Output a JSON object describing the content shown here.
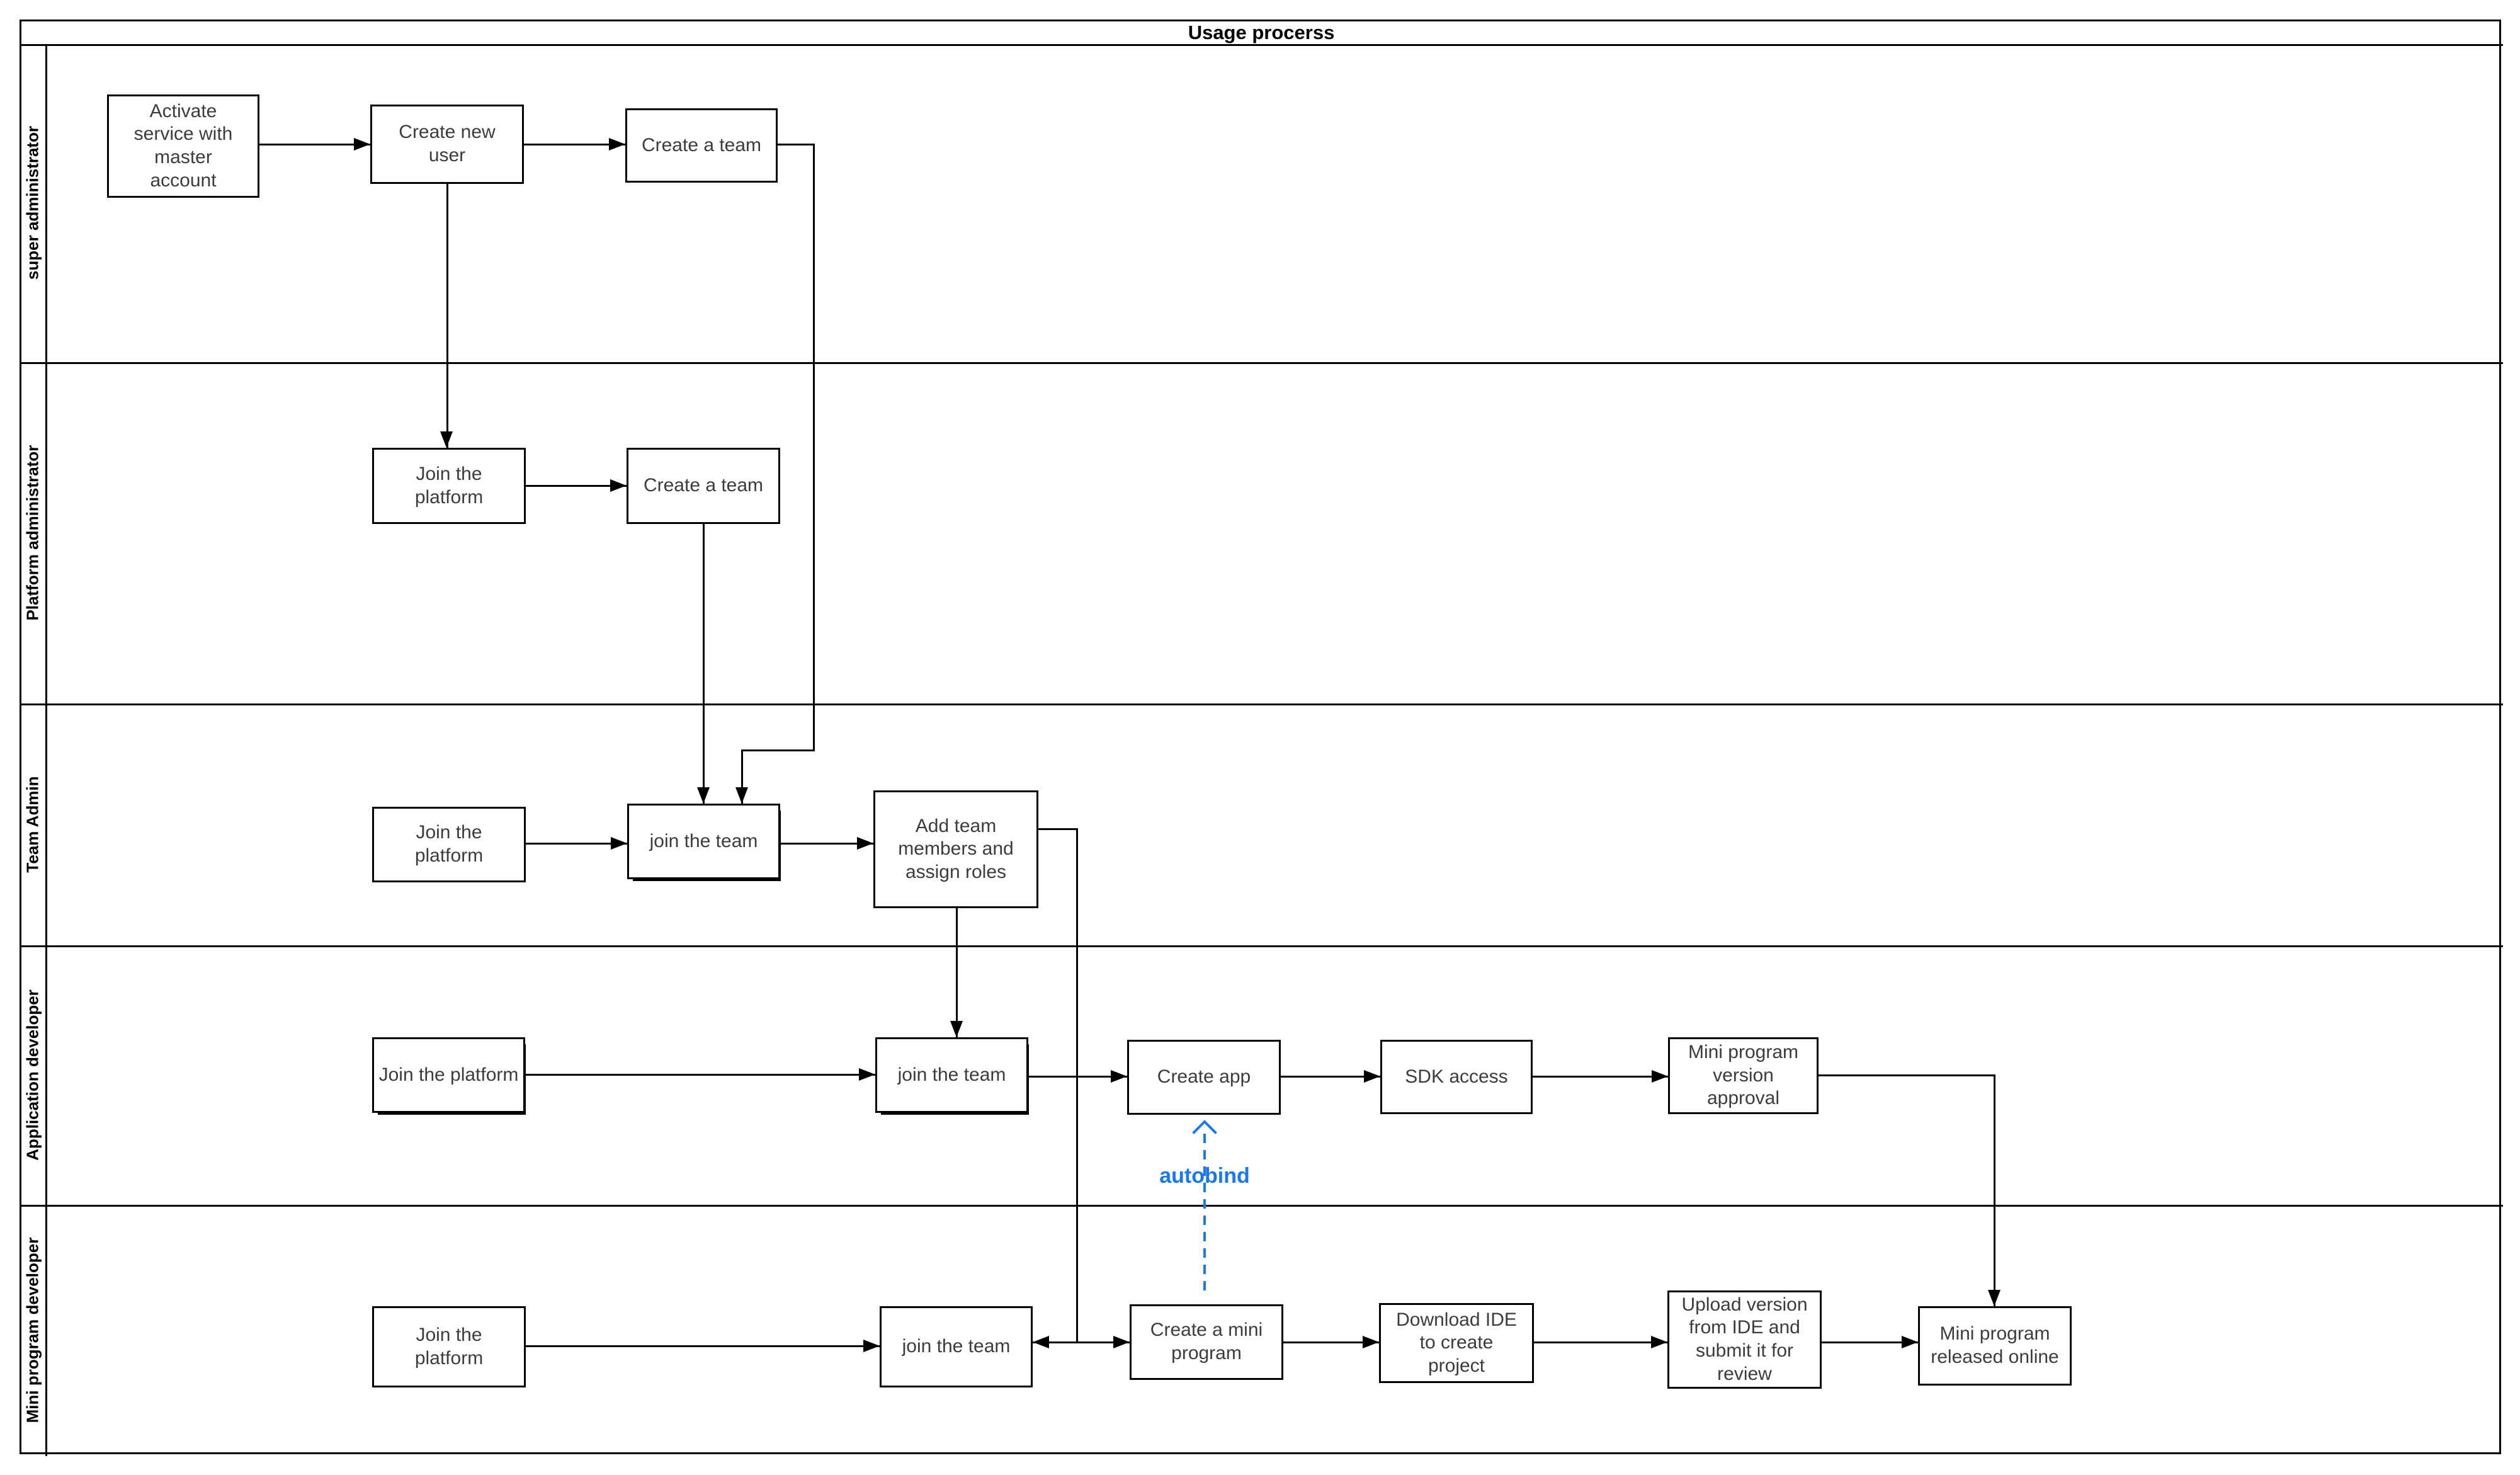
{
  "title": "Usage procerss",
  "lanes": [
    {
      "label": "super administrator"
    },
    {
      "label": "Platform administrator"
    },
    {
      "label": "Team Admin"
    },
    {
      "label": "Application developer"
    },
    {
      "label": "Mini program developer"
    }
  ],
  "nodes": {
    "activate_service": {
      "label": "Activate service with master account",
      "lane": "super administrator"
    },
    "create_new_user": {
      "label": "Create new user",
      "lane": "super administrator"
    },
    "create_team_super": {
      "label": "Create a team",
      "lane": "super administrator"
    },
    "join_platform_pa": {
      "label": "Join the platform",
      "lane": "Platform administrator"
    },
    "create_team_pa": {
      "label": "Create a team",
      "lane": "Platform administrator"
    },
    "join_platform_ta": {
      "label": "Join the platform",
      "lane": "Team Admin"
    },
    "join_team_ta": {
      "label": "join the team",
      "lane": "Team Admin"
    },
    "add_team_members": {
      "label": "Add team members and assign roles",
      "lane": "Team Admin"
    },
    "join_platform_ad": {
      "label": "Join the platform",
      "lane": "Application developer"
    },
    "join_team_ad": {
      "label": "join the team",
      "lane": "Application developer"
    },
    "create_app": {
      "label": "Create app",
      "lane": "Application developer"
    },
    "sdk_access": {
      "label": "SDK access",
      "lane": "Application developer"
    },
    "version_approval": {
      "label": "Mini program version approval",
      "lane": "Application developer"
    },
    "join_platform_md": {
      "label": "Join the platform",
      "lane": "Mini program developer"
    },
    "join_team_md": {
      "label": "join the team",
      "lane": "Mini program developer"
    },
    "create_mini_program": {
      "label": "Create a mini program",
      "lane": "Mini program developer"
    },
    "download_ide": {
      "label": "Download IDE to create project",
      "lane": "Mini program developer"
    },
    "upload_version": {
      "label": "Upload version from IDE and submit it for review",
      "lane": "Mini program developer"
    },
    "released_online": {
      "label": "Mini program released online",
      "lane": "Mini program developer"
    }
  },
  "annotations": {
    "autobind": {
      "label": "autobind",
      "color": "#1778F2",
      "style": "blue dashed arrow pointing up",
      "from": "Create a mini program",
      "to": "Create app"
    }
  },
  "edges": [
    {
      "from": "activate_service",
      "to": "create_new_user"
    },
    {
      "from": "create_new_user",
      "to": "create_team_super"
    },
    {
      "from": "create_new_user",
      "to": "join_platform_pa"
    },
    {
      "from": "create_team_super",
      "to": "join_team_ta"
    },
    {
      "from": "join_platform_pa",
      "to": "create_team_pa"
    },
    {
      "from": "create_team_pa",
      "to": "join_team_ta"
    },
    {
      "from": "join_platform_ta",
      "to": "join_team_ta"
    },
    {
      "from": "join_team_ta",
      "to": "add_team_members"
    },
    {
      "from": "add_team_members",
      "to": "join_team_ad"
    },
    {
      "from": "add_team_members",
      "to": "join_team_md",
      "note": "double-headed branch also pointing to create_mini_program"
    },
    {
      "from": "join_platform_ad",
      "to": "join_team_ad"
    },
    {
      "from": "join_team_ad",
      "to": "create_app"
    },
    {
      "from": "create_app",
      "to": "sdk_access"
    },
    {
      "from": "sdk_access",
      "to": "version_approval"
    },
    {
      "from": "version_approval",
      "to": "released_online"
    },
    {
      "from": "join_platform_md",
      "to": "join_team_md"
    },
    {
      "from": "create_mini_program",
      "to": "download_ide"
    },
    {
      "from": "download_ide",
      "to": "upload_version"
    },
    {
      "from": "upload_version",
      "to": "released_online"
    },
    {
      "from": "create_mini_program",
      "to": "create_app",
      "label": "autobind",
      "style": "dashed"
    }
  ],
  "colors": {
    "background": "#ffffff",
    "line": "#000000",
    "box_border": "#000000",
    "box_text": "#3c3c3c",
    "accent_blue": "#1778F2"
  }
}
